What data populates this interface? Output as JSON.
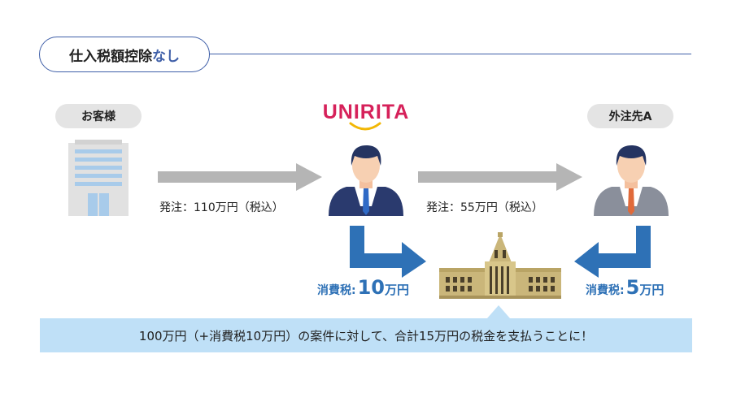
{
  "section": {
    "title_main": "仕入税額控除",
    "title_accent": "なし"
  },
  "nodes": {
    "customer": {
      "label": "お客様"
    },
    "company": {
      "logo": "UNIRITA"
    },
    "vendor": {
      "label": "外注先A"
    }
  },
  "orders": {
    "first": "発注：110万円（税込）",
    "second": "発注：55万円（税込）"
  },
  "taxes": {
    "company": {
      "prefix": "消費税:",
      "amount": "10",
      "unit": "万円"
    },
    "vendor": {
      "prefix": "消費税:",
      "amount": "5",
      "unit": "万円"
    }
  },
  "message": "100万円（+消費税10万円）の案件に対して、合計15万円の税金を支払うことに！",
  "colors": {
    "accent_blue": "#3f5fa8",
    "tax_blue": "#2e71b6",
    "arrow_gray": "#b5b5b5",
    "logo_pink": "#d6215a",
    "message_bg": "#bfe0f7"
  }
}
